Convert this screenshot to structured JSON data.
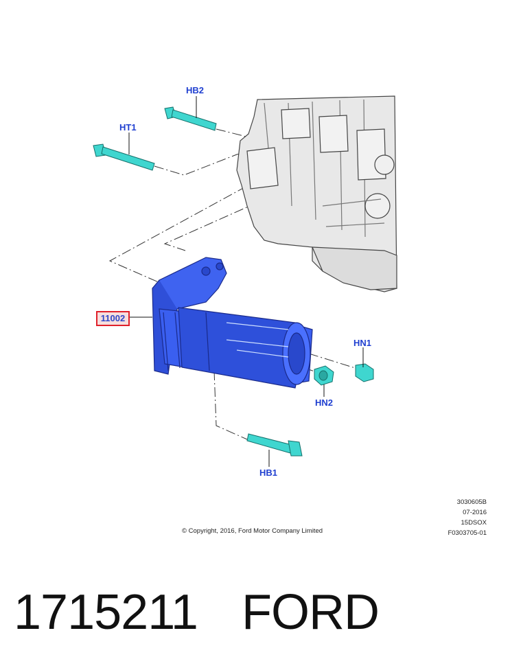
{
  "diagram": {
    "callouts": {
      "hb2": "HB2",
      "ht1": "HT1",
      "ref": "11002",
      "hn1": "HN1",
      "hn2": "HN2",
      "hb1": "HB1"
    },
    "colors": {
      "callout": "#1f3fd0",
      "starter": "#3a5ff0",
      "fastener": "#3fd6cf",
      "engine": "#e6e6e6",
      "ref_border": "#e0202a"
    }
  },
  "footer": {
    "copyright": "© Copyright, 2016, Ford Motor Company Limited",
    "codes": [
      "3030605B",
      "07-2016",
      "15DSOX",
      "F0303705-01"
    ]
  },
  "part": {
    "number": "1715211",
    "brand": "FORD"
  }
}
